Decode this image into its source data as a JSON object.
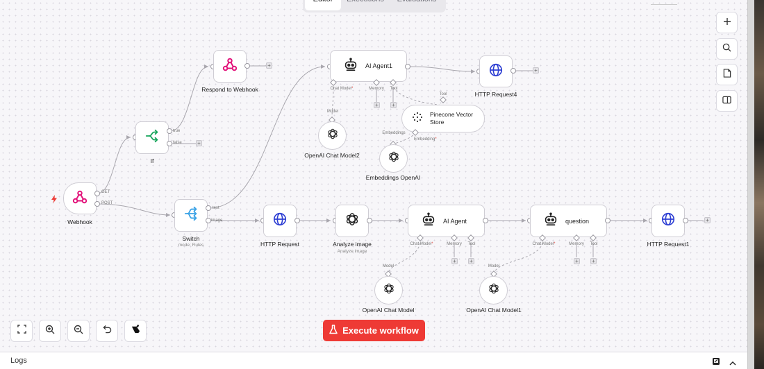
{
  "tabs": {
    "editor": "Editor",
    "executions": "Executions",
    "evaluations": "Evaluations"
  },
  "nodes": {
    "webhook": {
      "label": "Webhook",
      "out_get": "GET",
      "out_post": "POST"
    },
    "if": {
      "label": "If",
      "out_true": "true",
      "out_false": "false"
    },
    "respond": {
      "label": "Respond to Webhook"
    },
    "switch": {
      "label": "Switch",
      "sub": "mode: Rules",
      "out_text": "text",
      "out_image": "image"
    },
    "agent1": {
      "title": "AI Agent1",
      "port_chat": "Chat Model",
      "port_memory": "Memory",
      "port_tool": "Tool"
    },
    "http4": {
      "label": "HTTP Request4"
    },
    "pinecone": {
      "title": "Pinecone Vector Store",
      "port_tool": "Tool",
      "port_embeddings": "Embeddings",
      "port_embedding": "Embedding"
    },
    "openai2": {
      "label": "OpenAI Chat Model2",
      "port_model": "Model"
    },
    "embeddings": {
      "label": "Embeddings OpenAI"
    },
    "http": {
      "label": "HTTP Request"
    },
    "analyze": {
      "label": "Analyze image",
      "sub": "Analyze image"
    },
    "agent": {
      "title": "AI Agent",
      "port_chat": "Chat Model",
      "port_memory": "Memory",
      "port_tool": "Tool"
    },
    "question": {
      "title": "question",
      "port_chat": "Chat Model",
      "port_memory": "Memory",
      "port_tool": "Tool"
    },
    "http1": {
      "label": "HTTP Request1"
    },
    "openai": {
      "label": "OpenAI Chat Model",
      "port_model": "Model"
    },
    "openai1": {
      "label": "OpenAI Chat Model1",
      "port_model": "Model"
    }
  },
  "controls": {
    "execute_label": "Execute workflow"
  },
  "logs": {
    "label": "Logs"
  },
  "colors": {
    "accent": "#ee3a35",
    "webhook": "#e2127a",
    "if": "#15a55a",
    "switch": "#3ba3e6",
    "http": "#2e3fd3"
  },
  "icons": [
    "webhook-icon",
    "if-icon",
    "switch-icon",
    "robot-icon",
    "globe-icon",
    "openai-icon",
    "pinecone-icon",
    "plus-icon",
    "search-icon",
    "note-icon",
    "panel-icon",
    "fit-view-icon",
    "zoom-in-icon",
    "zoom-out-icon",
    "undo-icon",
    "eraser-icon",
    "flask-icon",
    "popout-icon",
    "chevron-up-icon",
    "lightning-icon"
  ]
}
